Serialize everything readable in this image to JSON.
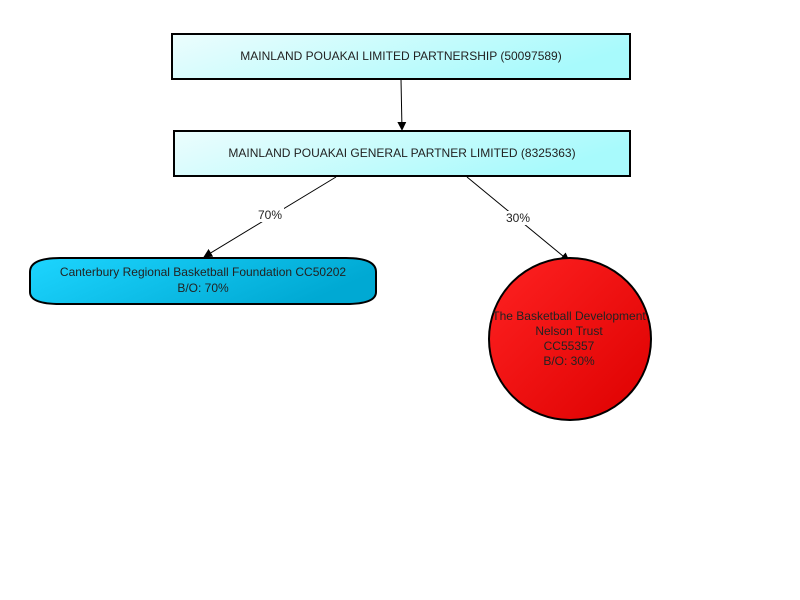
{
  "diagram": {
    "nodes": [
      {
        "id": "lp",
        "lines": [
          "MAINLAND POUAKAI LIMITED PARTNERSHIP (50097589)"
        ],
        "shape": "rect",
        "fill_start": "#ecfdfd",
        "fill_end": "#a8fafc"
      },
      {
        "id": "gp",
        "lines": [
          "MAINLAND POUAKAI GENERAL PARTNER LIMITED (8325363)"
        ],
        "shape": "rect",
        "fill_start": "#ecfdfd",
        "fill_end": "#a8fafc"
      },
      {
        "id": "crbf",
        "lines": [
          "Canterbury Regional Basketball Foundation CC50202",
          "B/O: 70%"
        ],
        "shape": "rounded",
        "fill_start": "#1dd5ff",
        "fill_end": "#00a9d3"
      },
      {
        "id": "bdnt",
        "lines": [
          "The Basketball Development",
          "Nelson Trust",
          "CC55357",
          "B/O: 30%"
        ],
        "shape": "circle",
        "fill_start": "#ff2222",
        "fill_end": "#dd0000"
      }
    ],
    "edges": [
      {
        "from": "lp",
        "to": "gp",
        "label": ""
      },
      {
        "from": "gp",
        "to": "crbf",
        "label": "70%"
      },
      {
        "from": "gp",
        "to": "bdnt",
        "label": "30%"
      }
    ]
  }
}
